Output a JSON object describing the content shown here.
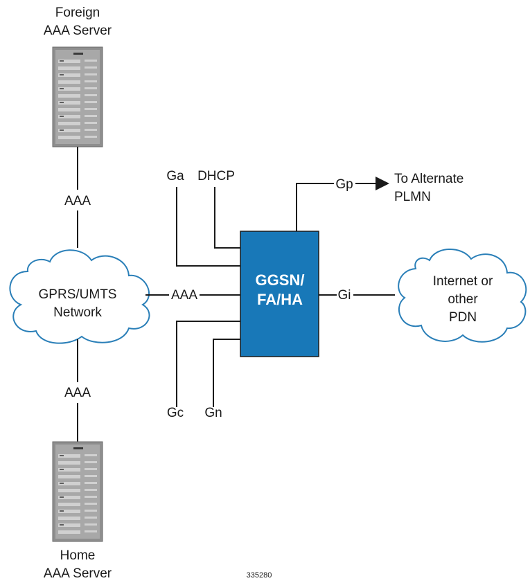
{
  "nodes": {
    "foreign_server": {
      "line1": "Foreign",
      "line2": "AAA Server",
      "icon": "server-rack-icon"
    },
    "home_server": {
      "line1": "Home",
      "line2": "AAA Server",
      "icon": "server-rack-icon"
    },
    "gprs_cloud": {
      "line1": "GPRS/UMTS",
      "line2": "Network"
    },
    "internet_cloud": {
      "line1": "Internet or",
      "line2": "other",
      "line3": "PDN"
    },
    "ggsn_box": {
      "line1": "GGSN/",
      "line2": "FA/HA"
    }
  },
  "links": {
    "aaa_top": "AAA",
    "aaa_middle": "AAA",
    "aaa_bottom": "AAA",
    "ga": "Ga",
    "dhcp": "DHCP",
    "gp": "Gp",
    "gi": "Gi",
    "gc": "Gc",
    "gn": "Gn",
    "alternate_line1": "To Alternate",
    "alternate_line2": "PLMN"
  },
  "figure_id": "335280",
  "colors": {
    "box_fill": "#1878b8",
    "cloud_stroke": "#2a7fb8",
    "server_body": "#8e8e8e",
    "line": "#1a1a1a"
  }
}
